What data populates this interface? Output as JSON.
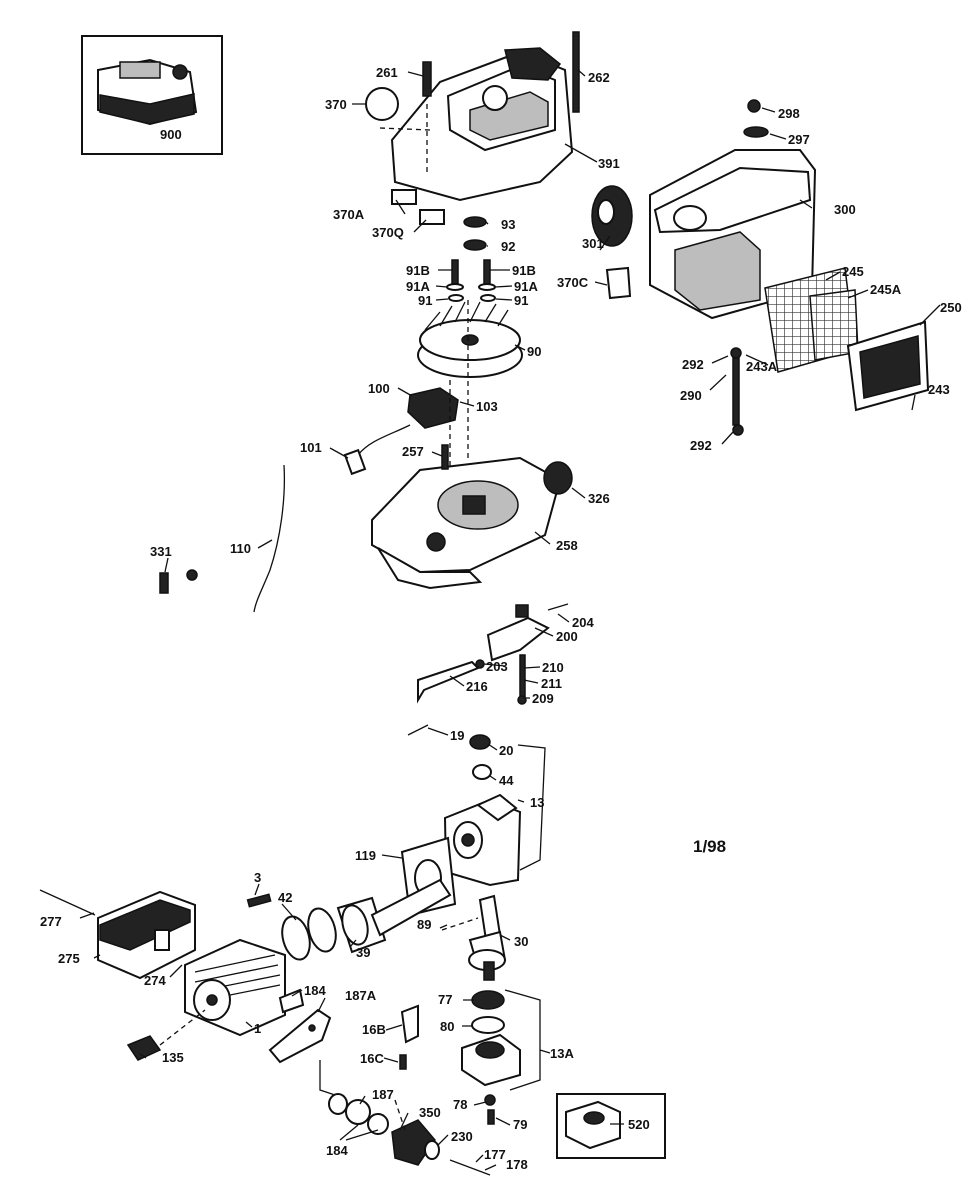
{
  "diagram": {
    "date_code": "1/98",
    "callouts": [
      "900",
      "261",
      "262",
      "370",
      "391",
      "298",
      "297",
      "300",
      "370A",
      "370Q",
      "93",
      "92",
      "301",
      "370C",
      "91B",
      "91B",
      "91A",
      "91A",
      "91",
      "91",
      "245",
      "245A",
      "250",
      "90",
      "292",
      "243A",
      "290",
      "243",
      "292",
      "100",
      "103",
      "101",
      "257",
      "326",
      "110",
      "258",
      "331",
      "204",
      "200",
      "203",
      "210",
      "216",
      "211",
      "209",
      "19",
      "20",
      "44",
      "13",
      "119",
      "3",
      "42",
      "277",
      "89",
      "30",
      "39",
      "275",
      "274",
      "184",
      "187A",
      "77",
      "80",
      "16B",
      "1",
      "13A",
      "16C",
      "135",
      "187",
      "78",
      "350",
      "79",
      "520",
      "230",
      "184",
      "177",
      "178"
    ]
  }
}
